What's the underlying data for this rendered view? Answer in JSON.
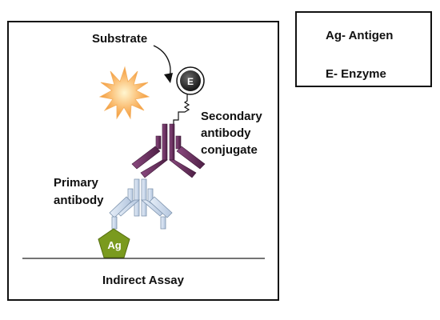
{
  "diagram": {
    "substrate_label": "Substrate",
    "enzyme_symbol": "E",
    "secondary_label_lines": [
      "Secondary",
      "antibody",
      "conjugate"
    ],
    "primary_label_lines": [
      "Primary",
      "antibody"
    ],
    "antigen_symbol": "Ag",
    "caption": "Indirect Assay"
  },
  "legend": {
    "items": [
      "Ag- Antigen",
      "E- Enzyme"
    ]
  },
  "colors": {
    "secondary_antibody": "#6b2d5f",
    "primary_antibody": "#c9d7ea",
    "primary_outline": "#7d93ad",
    "antigen": "#7a9a1e",
    "enzyme": "#2b2b2b",
    "substrate_star": "#f7a94a"
  },
  "icons": [
    "sunburst-substrate-icon",
    "enzyme-circle-icon",
    "antibody-y-icon",
    "antigen-pentagon-icon"
  ]
}
